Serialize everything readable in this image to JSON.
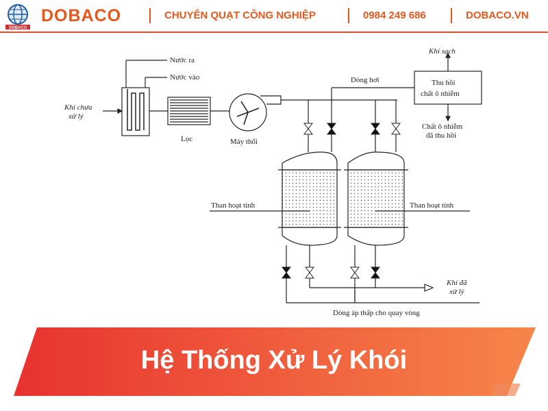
{
  "header": {
    "logo_text": "DOBACO",
    "brand": "DOBACO",
    "tagline": "CHUYÊN QUẠT CÔNG NGHIỆP",
    "phone": "0984 249 686",
    "website": "DOBACO.VN"
  },
  "diagram": {
    "labels": {
      "water_out": "Nước ra",
      "water_in": "Nước vào",
      "raw_gas_1": "Khí chưa",
      "raw_gas_2": "xử lý",
      "filter": "Lọc",
      "blower": "Máy thổi",
      "steam": "Dòng hơi",
      "clean_gas": "Khí sạch",
      "recovery_1": "Thu hồi",
      "recovery_2": "chất ô nhiễm",
      "recovered_1": "Chất ô nhiễm",
      "recovered_2": "đã thu hồi",
      "carbon_left": "Than hoạt tính",
      "carbon_right": "Than hoạt tính",
      "treated_1": "Khí đã",
      "treated_2": "xử lý",
      "low_pressure": "Dòng áp thấp cho quay vòng"
    }
  },
  "banner": {
    "title": "Hệ Thống Xử Lý Khói"
  },
  "colors": {
    "brand_orange": "#e4571d",
    "banner_red": "#e8322f",
    "banner_orange": "#f6864a"
  }
}
